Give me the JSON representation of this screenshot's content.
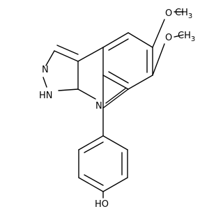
{
  "molecule": {
    "labels": {
      "methyl_top": "CH3",
      "methyl_bottom": "CH3",
      "oxygen_top": "O",
      "oxygen_bottom": "O",
      "pyrazole_n": "N",
      "pyrazole_nh": "HN",
      "ring_n": "N",
      "hydroxyl": "HO"
    }
  }
}
